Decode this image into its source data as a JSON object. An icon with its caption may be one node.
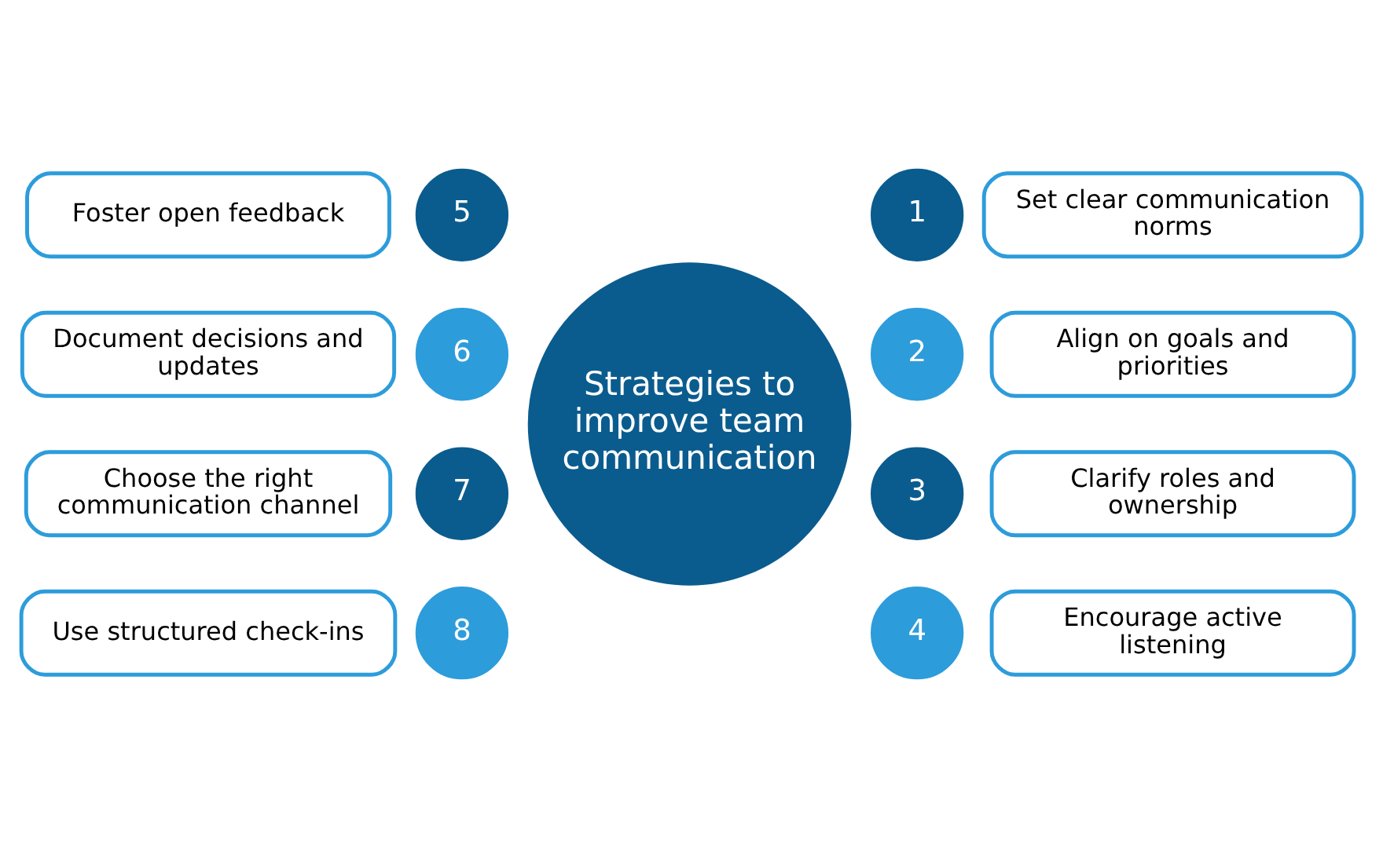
{
  "diagram": {
    "nodes": [
      {
        "text": [
          "Strategies to improve team communication"
        ]
      },
      {
        "text": [
          "Set clear communication norms"
        ]
      },
      {
        "text": [
          "1"
        ]
      },
      {
        "text": [
          "Align on goals and priorities"
        ]
      },
      {
        "text": [
          "2"
        ]
      },
      {
        "text": [
          "Clarify roles and ownership"
        ]
      },
      {
        "text": [
          "3"
        ]
      },
      {
        "text": [
          "Encourage active listening"
        ]
      },
      {
        "text": [
          "4"
        ]
      },
      {
        "text": [
          "Foster open feedback"
        ]
      },
      {
        "text": [
          "5"
        ]
      },
      {
        "text": [
          "Document decisions and updates"
        ]
      },
      {
        "text": [
          "6"
        ]
      },
      {
        "text": [
          "Choose the right communication channel"
        ]
      },
      {
        "text": [
          "7"
        ]
      },
      {
        "text": [
          "Use structured check-ins"
        ]
      },
      {
        "text": [
          "8"
        ]
      }
    ],
    "edges": []
  }
}
